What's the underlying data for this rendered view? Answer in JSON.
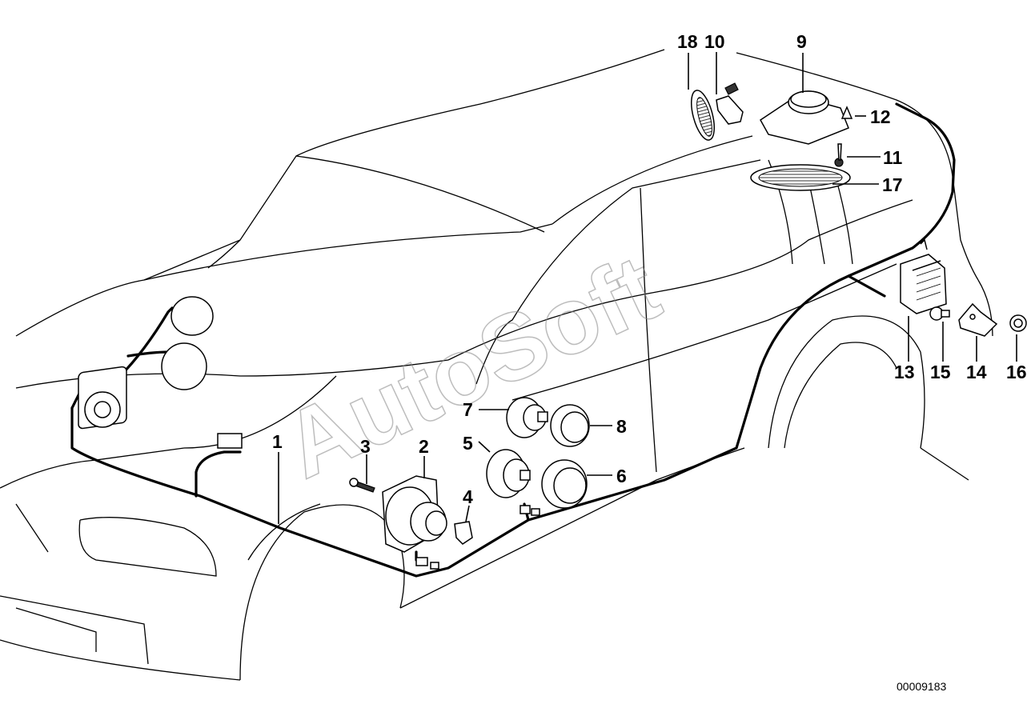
{
  "diagram": {
    "watermark": "AutoSoft",
    "document_number": "00009183",
    "callouts": [
      {
        "id": "c1",
        "label": "1"
      },
      {
        "id": "c2",
        "label": "2"
      },
      {
        "id": "c3",
        "label": "3"
      },
      {
        "id": "c4",
        "label": "4"
      },
      {
        "id": "c5",
        "label": "5"
      },
      {
        "id": "c6",
        "label": "6"
      },
      {
        "id": "c7",
        "label": "7"
      },
      {
        "id": "c8",
        "label": "8"
      },
      {
        "id": "c9",
        "label": "9"
      },
      {
        "id": "c10",
        "label": "10"
      },
      {
        "id": "c11",
        "label": "11"
      },
      {
        "id": "c12",
        "label": "12"
      },
      {
        "id": "c13",
        "label": "13"
      },
      {
        "id": "c14",
        "label": "14"
      },
      {
        "id": "c15",
        "label": "15"
      },
      {
        "id": "c16",
        "label": "16"
      },
      {
        "id": "c17",
        "label": "17"
      },
      {
        "id": "c18",
        "label": "18"
      }
    ]
  }
}
